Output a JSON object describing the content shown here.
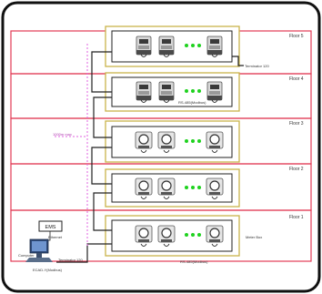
{
  "floors": [
    {
      "label": "Floor 5"
    },
    {
      "label": "Floor 4"
    },
    {
      "label": "Floor 3"
    },
    {
      "label": "Floor 2"
    },
    {
      "label": "Floor 1"
    }
  ],
  "labels": {
    "terminator_top": "Terminator 120",
    "rs485_top": "RS-485(Modbus)",
    "rs485_bottom": "RS-485(Modbus)",
    "meter_box": "Meter Box",
    "terminator_bottom": "Terminator 120",
    "ems": "EMS",
    "ethernet": "Ethernet",
    "computer": "Computer",
    "converter": "ECAD-Y(Modbus)",
    "max_length": "1000m max"
  },
  "colors": {
    "floor_line": "#e23b55",
    "box_border": "#c9b34a",
    "bus_line": "#222222",
    "dashed_line": "#e060e0",
    "dots": "#1fd21f",
    "frame": "#111111"
  }
}
